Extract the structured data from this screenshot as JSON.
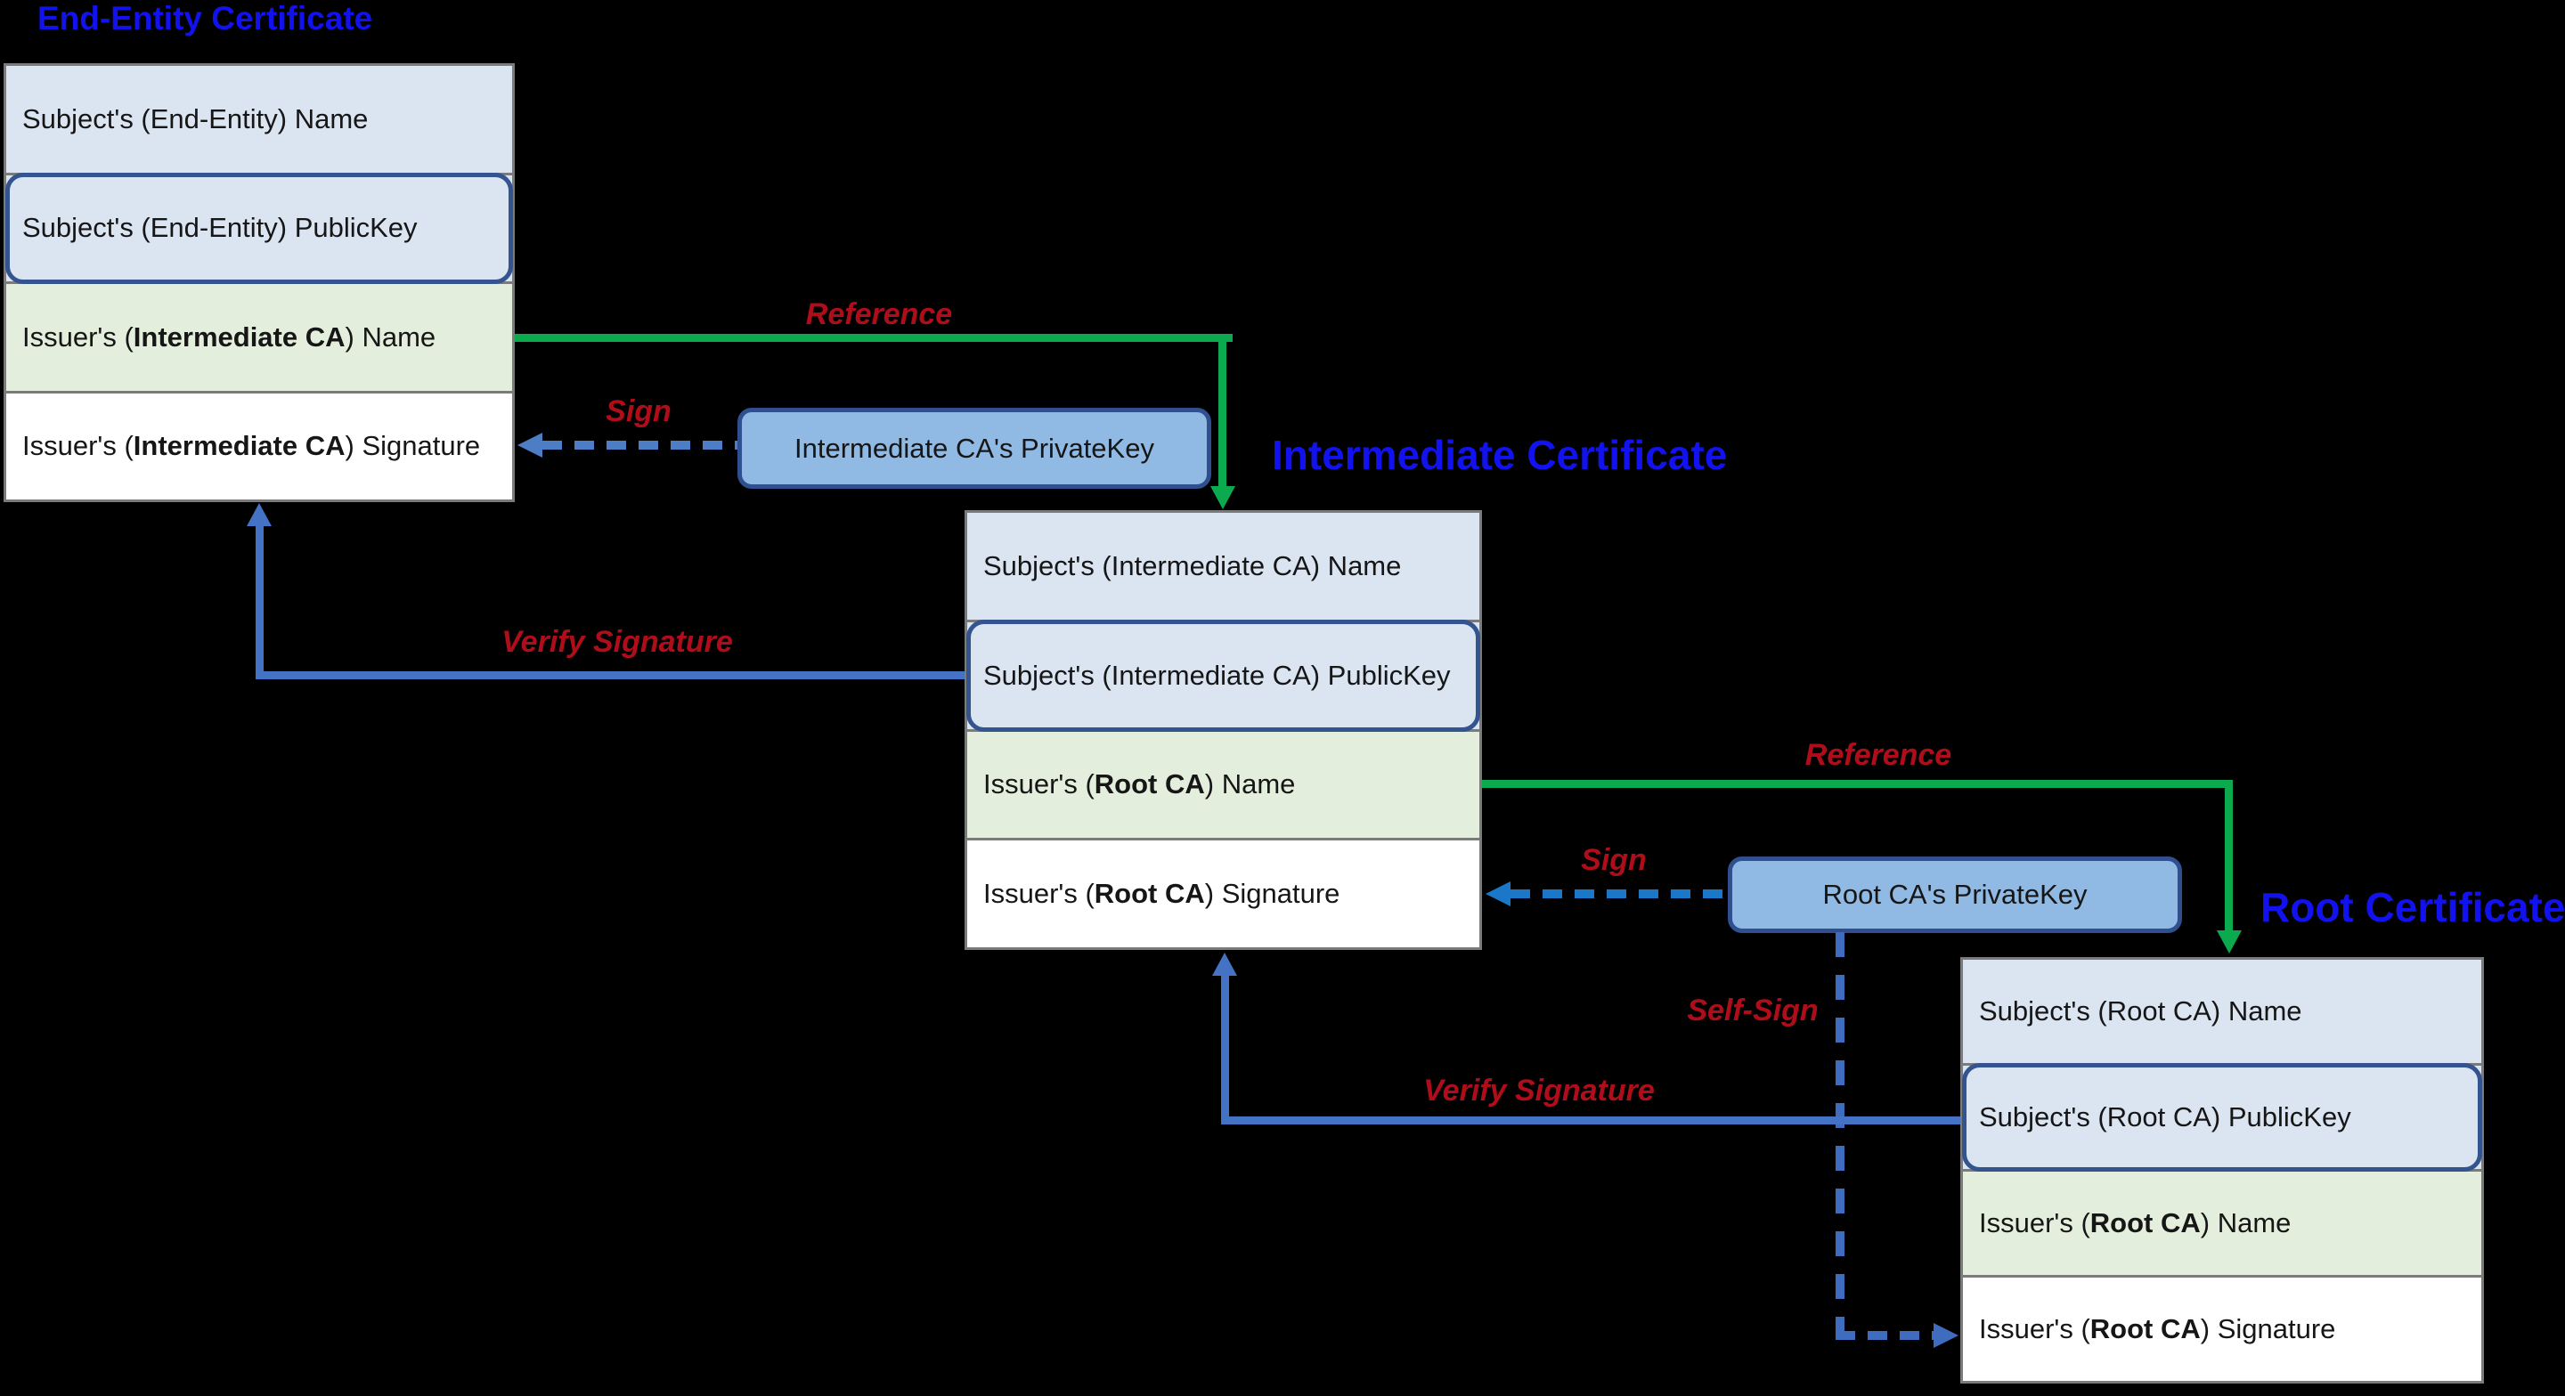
{
  "colors": {
    "title-blue": "#1212ee",
    "label-red": "#b00d1a",
    "box-border": "#7b7b7b",
    "row-blue-fill": "#dbe5f2",
    "row-blue-border": "#33548e",
    "row-green-fill": "#e3efdc",
    "row-white-fill": "#ffffff",
    "pk-fill": "#90bae4",
    "pk-border": "#2f4f8f",
    "green-line": "#0caa4e",
    "verify-blue": "#4472c4",
    "sign1-blue": "#4d7dc5",
    "sign2-blue": "#1b78c9",
    "selfsign-blue": "#3f6cbf"
  },
  "titles": {
    "end_entity": "End-Entity Certificate",
    "intermediate": "Intermediate Certificate",
    "root": "Root Certificate"
  },
  "private_keys": {
    "intermediate": "Intermediate CA's PrivateKey",
    "root": "Root CA's PrivateKey"
  },
  "labels": {
    "reference1": "Reference",
    "sign1": "Sign",
    "verify1": "Verify Signature",
    "reference2": "Reference",
    "sign2": "Sign",
    "self_sign": "Self-Sign",
    "verify2": "Verify Signature"
  },
  "certificates": [
    {
      "name": "end-entity",
      "rows": [
        {
          "pre": "Subject's (End-Entity) Name",
          "bold": "",
          "post": ""
        },
        {
          "pre": "Subject's (End-Entity) PublicKey",
          "bold": "",
          "post": ""
        },
        {
          "pre": "Issuer's (",
          "bold": "Intermediate CA",
          "post": ") Name"
        },
        {
          "pre": "Issuer's (",
          "bold": "Intermediate CA",
          "post": ") Signature"
        }
      ]
    },
    {
      "name": "intermediate",
      "rows": [
        {
          "pre": "Subject's (Intermediate CA) Name",
          "bold": "",
          "post": ""
        },
        {
          "pre": "Subject's (Intermediate CA) PublicKey",
          "bold": "",
          "post": ""
        },
        {
          "pre": "Issuer's (",
          "bold": "Root CA",
          "post": ") Name"
        },
        {
          "pre": "Issuer's (",
          "bold": "Root CA",
          "post": ") Signature"
        }
      ]
    },
    {
      "name": "root",
      "rows": [
        {
          "pre": "Subject's (Root CA) Name",
          "bold": "",
          "post": ""
        },
        {
          "pre": "Subject's (Root CA) PublicKey",
          "bold": "",
          "post": ""
        },
        {
          "pre": "Issuer's (",
          "bold": "Root CA",
          "post": ") Name"
        },
        {
          "pre": "Issuer's (",
          "bold": "Root CA",
          "post": ") Signature"
        }
      ]
    }
  ]
}
